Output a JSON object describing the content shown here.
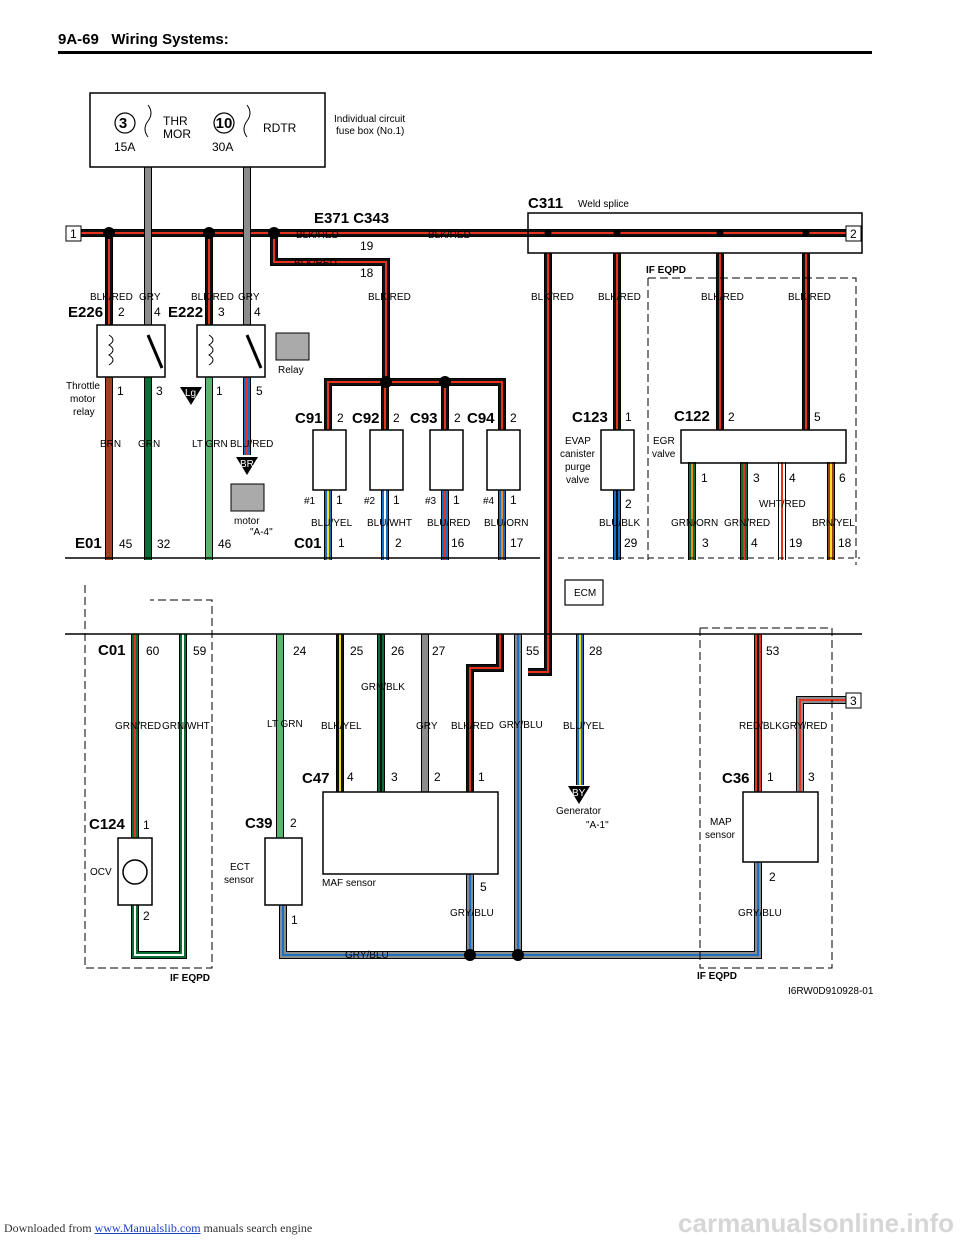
{
  "header": {
    "page": "9A-69",
    "title": "Wiring Systems:"
  },
  "fusebox": {
    "fuse1_num": "3",
    "fuse1_name1": "THR",
    "fuse1_name2": "MOR",
    "fuse1_amp": "15A",
    "fuse2_num": "10",
    "fuse2_name": "RDTR",
    "fuse2_amp": "30A",
    "caption1": "Individual circuit",
    "caption2": "fuse box (No.1)"
  },
  "connectors": {
    "e371": "E371 C343",
    "c311": "C311",
    "weld": "Weld splice",
    "e226": "E226",
    "e222": "E222",
    "c91": "C91",
    "c92": "C92",
    "c93": "C93",
    "c94": "C94",
    "c123": "C123",
    "c122": "C122",
    "e01": "E01",
    "c01a": "C01",
    "c01b": "C01",
    "c124": "C124",
    "c39": "C39",
    "c47": "C47",
    "c36": "C36"
  },
  "page_refs": {
    "left": "1",
    "right_top": "2",
    "right_mid": "3"
  },
  "components": {
    "relay_label": "Relay",
    "throttle1": "Throttle",
    "throttle2": "motor",
    "throttle3": "relay",
    "motor": "motor",
    "motor_ref": "\"A-4\"",
    "lg": "Lg",
    "br": "BR",
    "by": "BY",
    "evap1": "EVAP",
    "evap2": "canister",
    "evap3": "purge",
    "evap4": "valve",
    "egr1": "EGR",
    "egr2": "valve",
    "ecm": "ECM",
    "ocv": "OCV",
    "ect1": "ECT",
    "ect2": "sensor",
    "maf": "MAF sensor",
    "map1": "MAP",
    "map2": "sensor",
    "gen": "Generator",
    "gen_ref": "\"A-1\"",
    "ifeqpd1": "IF EQPD",
    "ifeqpd2": "IF EQPD",
    "ifeqpd3": "IF EQPD",
    "inj1": "#1",
    "inj2": "#2",
    "inj3": "#3",
    "inj4": "#4"
  },
  "wires": {
    "blkred": "BLK/RED",
    "gry": "GRY",
    "brn": "BRN",
    "grn": "GRN",
    "ltgrn": "LT GRN",
    "blured": "BLU/RED",
    "bluyel": "BLU/YEL",
    "bluwht": "BLU/WHT",
    "bluorn": "BLU/ORN",
    "blublk": "BLU/BLK",
    "grnorn": "GRN/ORN",
    "grnred": "GRN/RED",
    "whtred": "WHT/RED",
    "brnyel": "BRN/YEL",
    "grnwht": "GRN/WHT",
    "blkyel": "BLK/YEL",
    "grnblk": "GRN/BLK",
    "grybl": "GRY/BLU",
    "redblk": "RED/BLK",
    "gryred": "GRY/RED"
  },
  "pins": {
    "p19": "19",
    "p18": "18",
    "p2": "2",
    "p4": "4",
    "p3": "3",
    "p1": "1",
    "p5": "5",
    "p6": "6",
    "p45": "45",
    "p32": "32",
    "p46": "46",
    "p16": "16",
    "p17": "17",
    "p29": "29",
    "p60": "60",
    "p59": "59",
    "p24": "24",
    "p25": "25",
    "p26": "26",
    "p27": "27",
    "p55": "55",
    "p28": "28",
    "p53": "53"
  },
  "figure_id": "I6RW0D910928-01",
  "footer": {
    "prefix": "Downloaded from",
    "link": "www.Manualslib.com",
    "suffix": "manuals search engine",
    "watermark": "carmanualsonline.info"
  }
}
